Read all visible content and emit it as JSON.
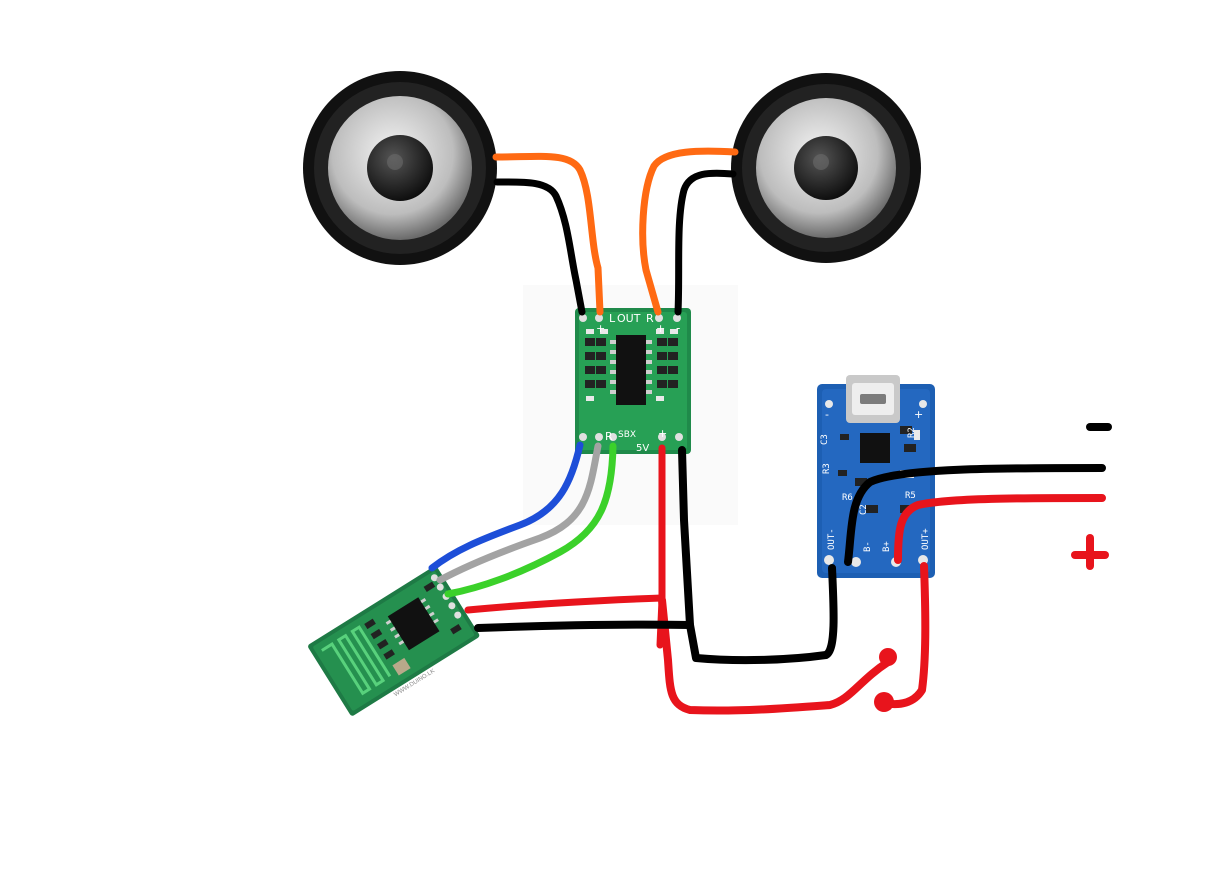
{
  "amplifier": {
    "label_l": "L",
    "label_out": "OUT",
    "label_r_top": "R",
    "label_r_bottom": "R",
    "label_sbx": "SBX",
    "label_5v": "5V",
    "plus": "+",
    "minus": "-"
  },
  "charger": {
    "label_c3": "C3",
    "label_r2": "R2",
    "label_r3": "R3",
    "label_r6": "R6",
    "label_c2": "C2",
    "label_r5": "R5",
    "label_out_minus": "OUT-",
    "label_b_minus": "B-",
    "label_b_plus": "B+",
    "label_out_plus": "OUT+",
    "plus": "+",
    "minus": "-"
  },
  "bluetooth": {
    "watermark": "WWW.DUINO.LK"
  },
  "battery": {
    "minus_symbol": "-",
    "plus_symbol": "+"
  },
  "colors": {
    "wire_orange": "#ff6a13",
    "wire_black": "#000000",
    "wire_red": "#e8141c",
    "wire_blue": "#1d4ed8",
    "wire_gray": "#a3a3a3",
    "wire_green": "#3bd12a",
    "pcb_green": "#1f8a4a",
    "pcb_blue": "#1d5fb3"
  }
}
